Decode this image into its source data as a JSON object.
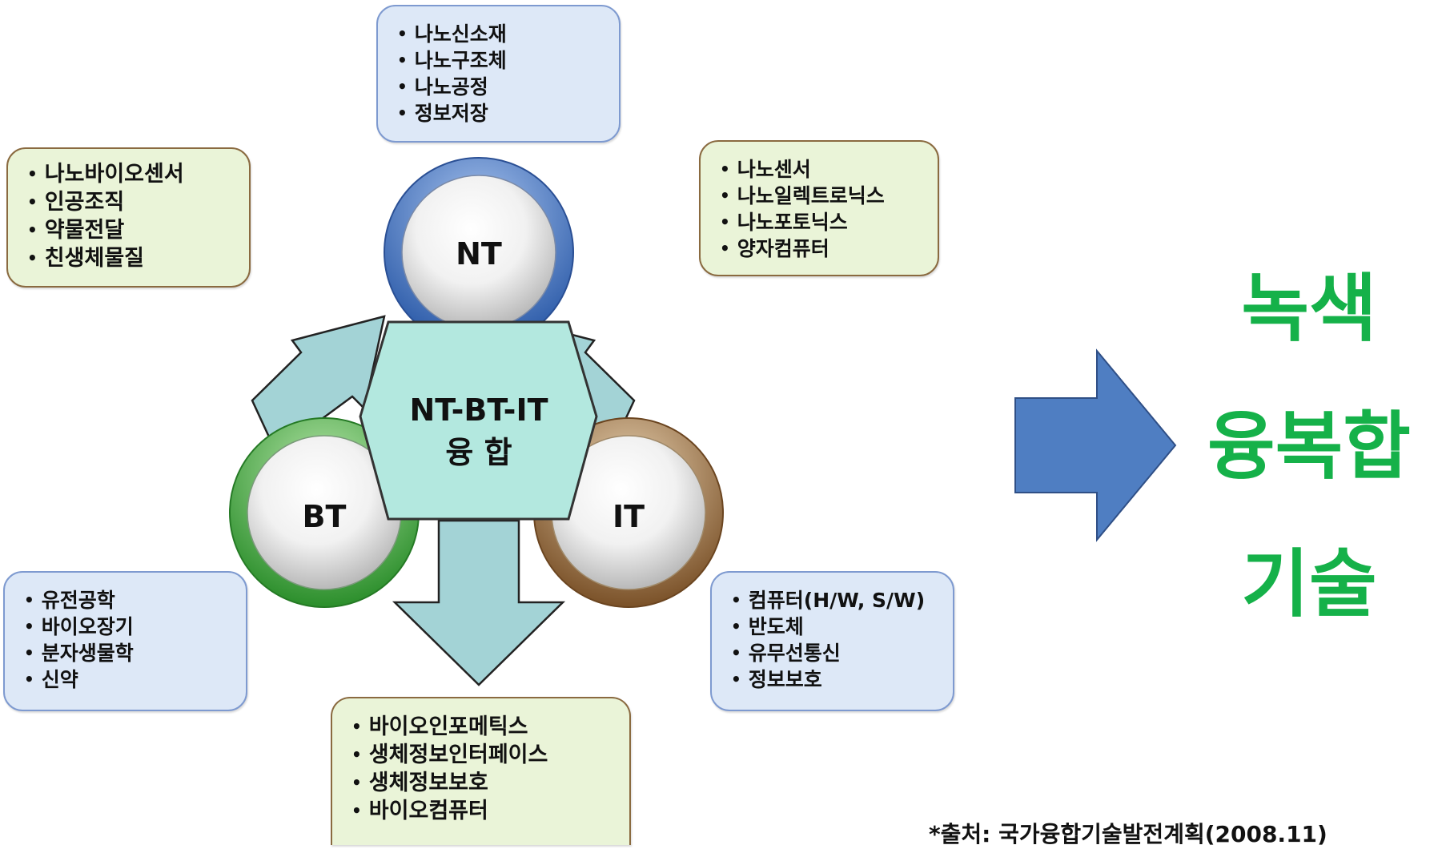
{
  "center": {
    "line1": "NT-BT-IT",
    "line2": "융 합"
  },
  "circles": {
    "nt": "NT",
    "bt": "BT",
    "it": "IT"
  },
  "boxes": {
    "nt_top": [
      "나노신소재",
      "나노구조체",
      "나노공정",
      "정보저장"
    ],
    "nt_bt": [
      "나노바이오센서",
      "인공조직",
      "약물전달",
      "친생체물질"
    ],
    "nt_it": [
      "나노센서",
      "나노일렉트로닉스",
      "나노포토닉스",
      "양자컴퓨터"
    ],
    "bt": [
      "유전공학",
      "바이오장기",
      "분자생물학",
      "신약"
    ],
    "it": [
      "컴퓨터(H/W, S/W)",
      "반도체",
      "유무선통신",
      "정보보호"
    ],
    "bt_it": [
      "바이오인포메틱스",
      "생체정보인터페이스",
      "생체정보보호",
      "바이오컴퓨터"
    ]
  },
  "result": {
    "line1": "녹색",
    "line2": "융복합",
    "line3": "기술"
  },
  "source": "*출처: 국가융합기술발전계획(2008.11)",
  "colors": {
    "nt_ring": "#3f6fc0",
    "bt_ring": "#3aa23a",
    "it_ring": "#8b6234",
    "hexagon": "#b3e8df",
    "arrows": "#a3d3d6",
    "big_arrow": "#4f7ec2",
    "green_text": "#15b149"
  }
}
